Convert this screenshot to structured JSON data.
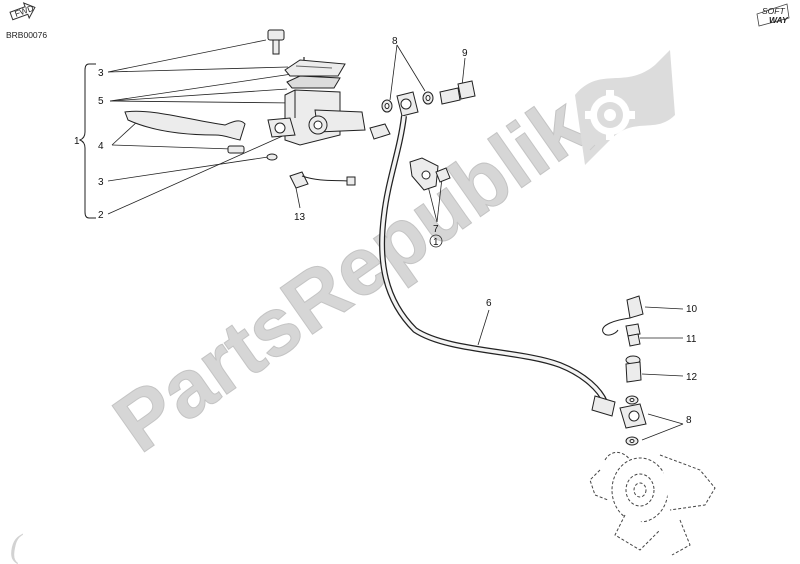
{
  "diagram": {
    "code": "BRB00076",
    "arrow_text": "FWD",
    "brand_top": "SOFT",
    "brand_bottom": "WAY",
    "watermark": "PartsRepublik",
    "colors": {
      "line": "#222222",
      "watermark": "#d2d2d2",
      "fill": "#ececec"
    },
    "callouts": [
      {
        "id": "c1",
        "text": "1"
      },
      {
        "id": "c2",
        "text": "2"
      },
      {
        "id": "c3a",
        "text": "3"
      },
      {
        "id": "c3b",
        "text": "3"
      },
      {
        "id": "c4",
        "text": "4"
      },
      {
        "id": "c5",
        "text": "5"
      },
      {
        "id": "c6",
        "text": "6"
      },
      {
        "id": "c7",
        "text": "7"
      },
      {
        "id": "c7b",
        "text": "1"
      },
      {
        "id": "c8a",
        "text": "8"
      },
      {
        "id": "c8b",
        "text": "8"
      },
      {
        "id": "c9",
        "text": "9"
      },
      {
        "id": "c10",
        "text": "10"
      },
      {
        "id": "c11",
        "text": "11"
      },
      {
        "id": "c12",
        "text": "12"
      },
      {
        "id": "c13",
        "text": "13"
      }
    ]
  }
}
